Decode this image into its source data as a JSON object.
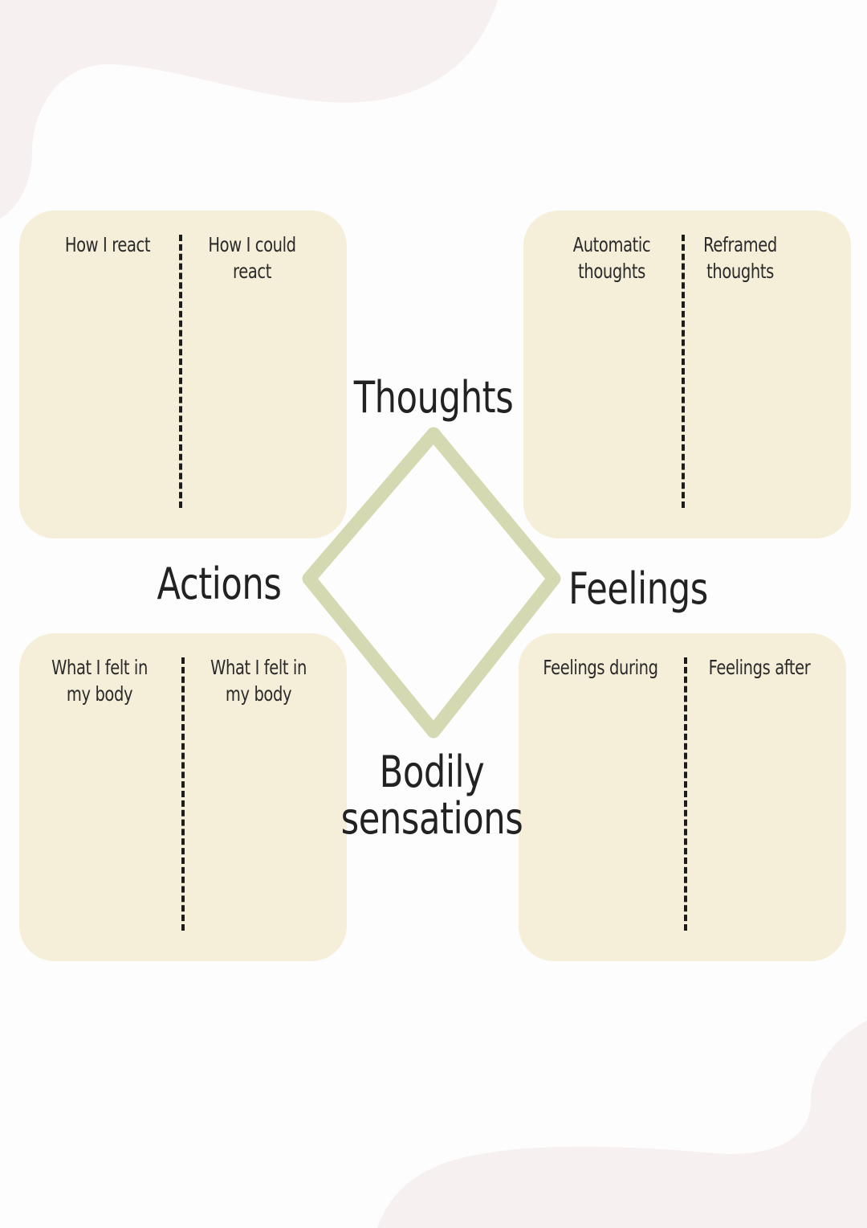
{
  "colors": {
    "background": "#fefdfd",
    "card": "#f5eed9",
    "diamond": "#d5d9b2",
    "blob": "#f6eeef"
  },
  "labels": {
    "thoughts": "Thoughts",
    "actions": "Actions",
    "feelings": "Feelings",
    "bodily": "Bodily\nsensations"
  },
  "cards": {
    "top_left": {
      "left": "How I react",
      "right": "How I could\nreact"
    },
    "top_right": {
      "left": "Automatic\nthoughts",
      "right": "Reframed\nthoughts"
    },
    "bottom_left": {
      "left": "What I felt in\nmy body",
      "right": "What I felt in\nmy body"
    },
    "bottom_right": {
      "left": "Feelings during",
      "right": "Feelings after"
    }
  }
}
